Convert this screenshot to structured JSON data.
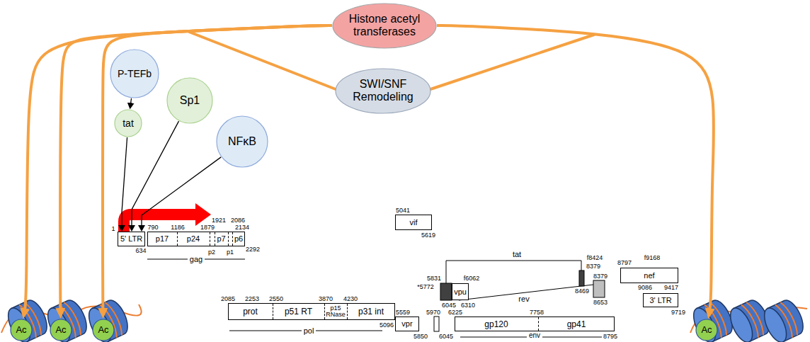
{
  "diagram": {
    "nodes": [
      {
        "text": [
          "Histone acetyl transferases"
        ]
      },
      {
        "text": [
          "SWI/SNF Remodeling"
        ]
      },
      {
        "text": [
          "P-TEFb"
        ]
      },
      {
        "text": [
          "Sp1"
        ]
      },
      {
        "text": [
          "NFκB"
        ]
      },
      {
        "text": [
          "tat"
        ]
      },
      {
        "text": [
          "5' LTR"
        ]
      },
      {
        "text": [
          "p17",
          "p24",
          "p7",
          "p6"
        ]
      },
      {
        "text": [
          "vif"
        ]
      },
      {
        "text": [
          "nef"
        ]
      },
      {
        "text": [
          "vpu"
        ]
      },
      {
        "text": [
          "3' LTR"
        ]
      },
      {
        "text": [
          "prot",
          "p51 RT",
          "p15 RNase",
          "p31 int"
        ]
      },
      {
        "text": [
          "vpr"
        ]
      },
      {
        "text": [
          "gp120",
          "gp41"
        ]
      },
      {
        "text": [
          "Ac"
        ]
      },
      {
        "text": [
          "Ac"
        ]
      },
      {
        "text": [
          "Ac"
        ]
      },
      {
        "text": [
          "Ac"
        ]
      }
    ],
    "edges": [
      {
        "from": 2,
        "to": 5,
        "arrow": "to"
      },
      {
        "from": 5,
        "to": 6,
        "arrow": "to"
      },
      {
        "from": 3,
        "to": 6,
        "arrow": "to"
      },
      {
        "from": 4,
        "to": 6,
        "arrow": "to"
      },
      {
        "from": 0,
        "to": 15,
        "arrow": "to"
      },
      {
        "from": 0,
        "to": 16,
        "arrow": "to"
      },
      {
        "from": 0,
        "to": 17,
        "arrow": "to"
      },
      {
        "from": 0,
        "to": 18,
        "arrow": "to"
      }
    ],
    "labels": [
      "1",
      "790",
      "1186",
      "1921",
      "1879",
      "2086",
      "2134",
      "634",
      "p2",
      "p1",
      "2292",
      "gag",
      "5041",
      "5619",
      "tat",
      "f8424",
      "8379",
      "8797",
      "f9168",
      "5831",
      "*5772",
      "f6062",
      "8379",
      "8469",
      "rev",
      "8653",
      "9086",
      "9417",
      "9719",
      "2085",
      "2253",
      "2550",
      "3870",
      "4230",
      "6045",
      "6310",
      "5559",
      "5970",
      "6225",
      "7758",
      "5096",
      "pol",
      "5850",
      "6045",
      "8795",
      "env"
    ]
  }
}
